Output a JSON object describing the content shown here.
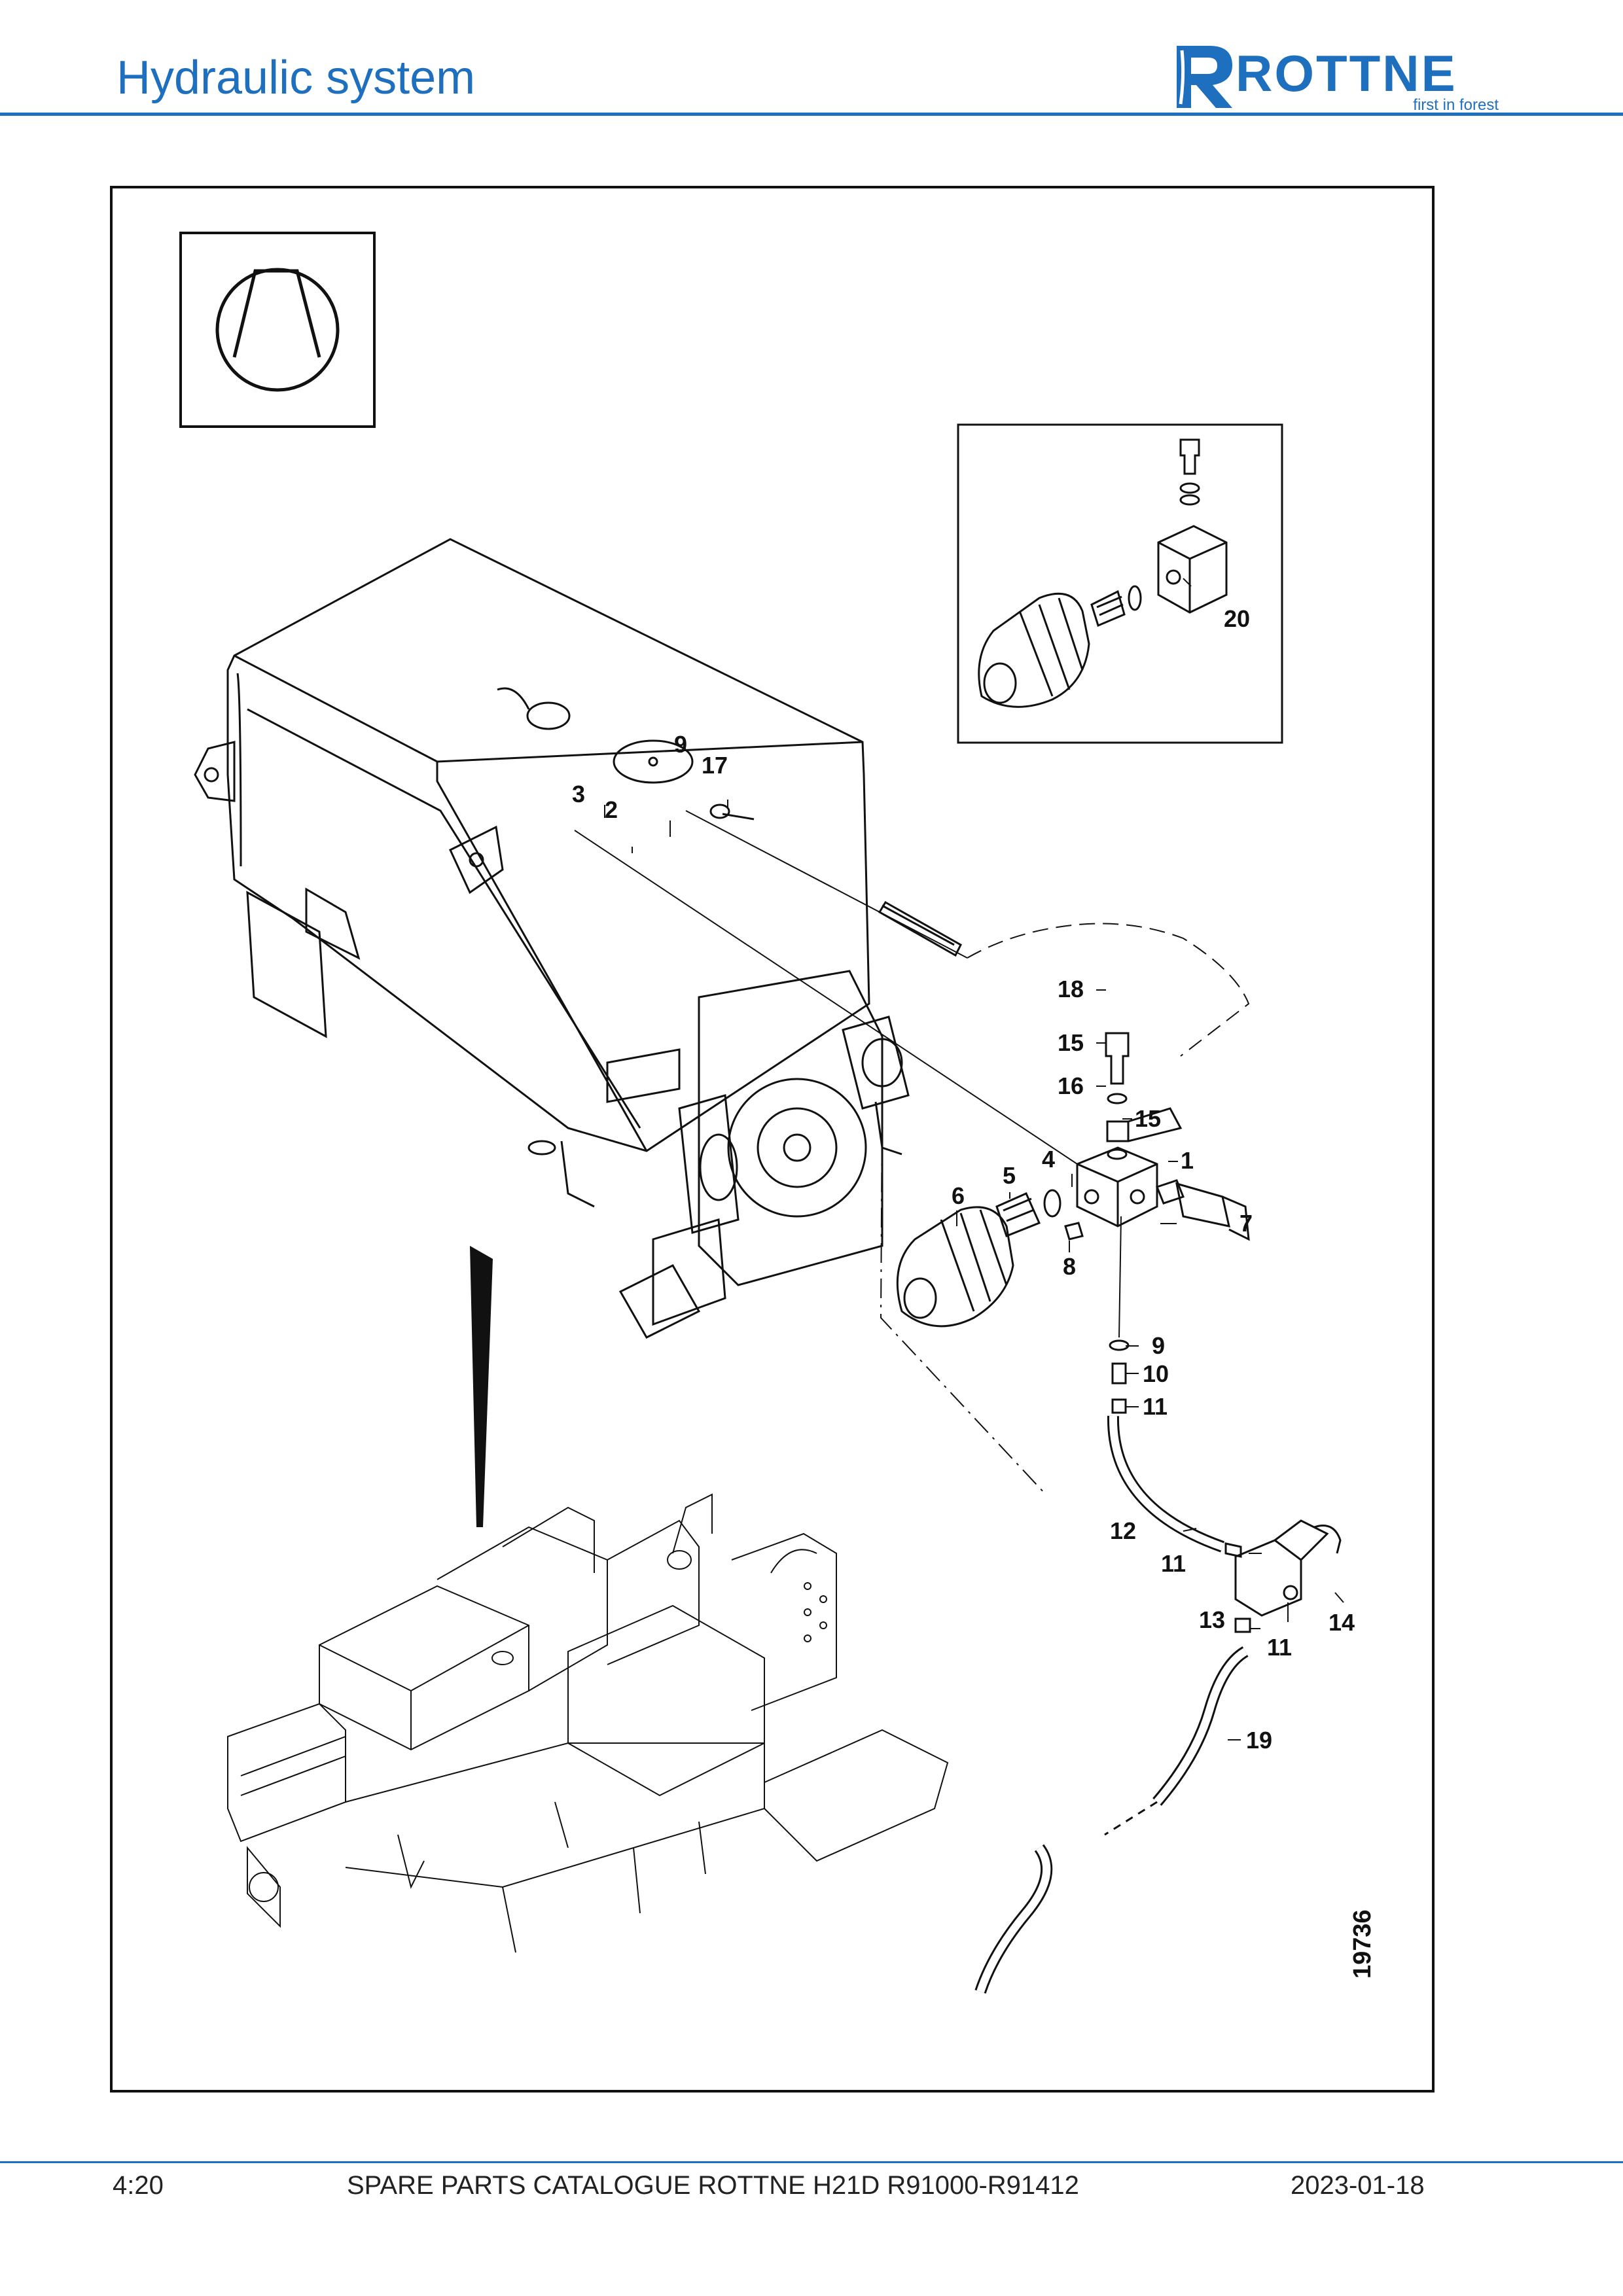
{
  "header": {
    "title": "Hydraulic system",
    "logo_text": "ROTTNE",
    "logo_tagline": "first in forest"
  },
  "drawing": {
    "figure_number": "19736",
    "callouts": [
      "1",
      "2",
      "3",
      "4",
      "5",
      "6",
      "7",
      "8",
      "9",
      "9",
      "10",
      "11",
      "11",
      "11",
      "12",
      "13",
      "14",
      "15",
      "15",
      "16",
      "17",
      "18",
      "19",
      "20"
    ]
  },
  "footer": {
    "page": "4:20",
    "catalogue": "SPARE PARTS CATALOGUE ROTTNE H21D R91000-R91412",
    "date": "2023-01-18"
  },
  "colors": {
    "accent": "#1f6fbf",
    "line": "#111111"
  },
  "icons": [
    "rottne-logo-icon",
    "hydraulic-pump-symbol-icon"
  ]
}
